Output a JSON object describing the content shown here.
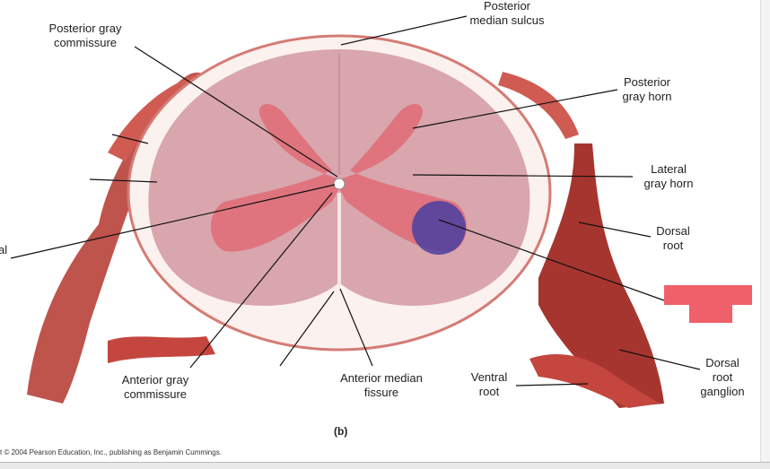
{
  "labels": {
    "posterior_gray_commissure": "Posterior gray\ncommissure",
    "posterior_median_sulcus": "Posterior\nmedian sulcus",
    "posterior_gray_horn": "Posterior\ngray horn",
    "lateral_gray_horn": "Lateral\ngray horn",
    "dorsal_root": "Dorsal\nroot",
    "dorsal_root_ganglion": "Dorsal\nroot\nganglion",
    "ventral_root": "Ventral\nroot",
    "anterior_median_fissure": "Anterior median\nfissure",
    "anterior_gray_commissure": "Anterior gray\ncommissure",
    "left_cut_label": "al\nl"
  },
  "figure_letter": "(b)",
  "copyright": "t © 2004 Pearson Education, Inc., publishing as Benjamin Cummings.",
  "colors": {
    "white_matter": "#d9a6ad",
    "gray_matter": "#e0707a",
    "marker_circle": "#4b3fa0",
    "redaction_box": "#f0606a",
    "tissue": "#c0453f"
  }
}
